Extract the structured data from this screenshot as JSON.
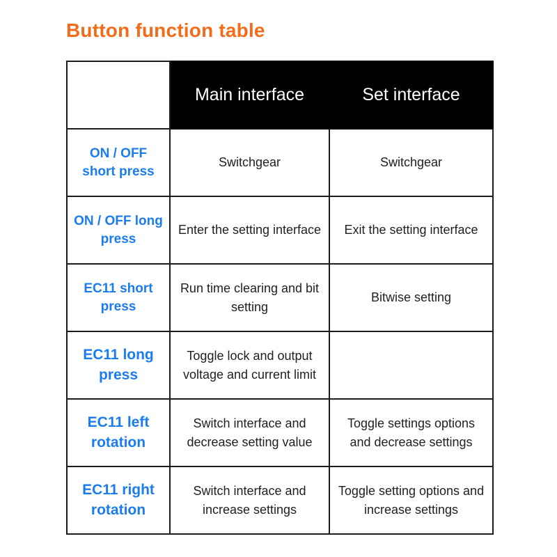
{
  "title": "Button function table",
  "colors": {
    "title": "#f26c1a",
    "row_label": "#1b7cee",
    "header_bg": "#000000",
    "header_text": "#ffffff",
    "cell_text": "#1f1f1f",
    "border": "#1c1c1c"
  },
  "table": {
    "columns": [
      "",
      "Main interface",
      "Set interface"
    ],
    "rows": [
      {
        "label": "ON / OFF short press",
        "main": "Switchgear",
        "set": "Switchgear"
      },
      {
        "label": "ON / OFF long press",
        "main": "Enter the setting interface",
        "set": "Exit the setting interface"
      },
      {
        "label": "EC11 short press",
        "main": "Run time clearing and bit setting",
        "set": "Bitwise setting"
      },
      {
        "label": "EC11 long press",
        "main": "Toggle lock and output voltage and current limit",
        "set": ""
      },
      {
        "label": "EC11 left rotation",
        "main": "Switch interface and decrease setting value",
        "set": "Toggle settings options and decrease settings"
      },
      {
        "label": "EC11 right rotation",
        "main": "Switch interface and increase settings",
        "set": "Toggle setting options and increase settings"
      }
    ]
  }
}
